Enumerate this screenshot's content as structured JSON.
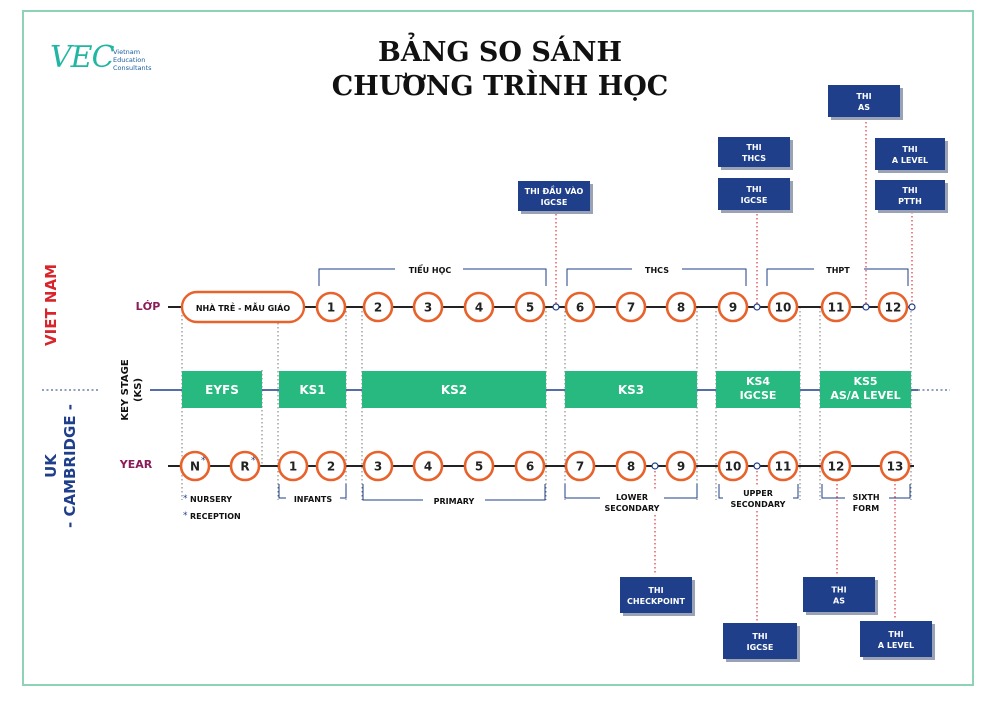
{
  "logo": {
    "mark": "VEC",
    "lines": [
      "Vietnam",
      "Education",
      "Consultants"
    ]
  },
  "title": {
    "line1": "BẢNG SO SÁNH",
    "line2": "CHƯƠNG TRÌNH HỌC"
  },
  "side": {
    "vietnam": "VIET NAM",
    "uk": "UK",
    "cambridge": "- CAMBRIDGE -",
    "key_stage": "KEY STAGE",
    "key_stage_abbr": "(KS)"
  },
  "rows": {
    "vn_label": "LỚP",
    "uk_label": "YEAR"
  },
  "vn": {
    "preschool": "NHÀ TRẺ - MẪU GIÁO",
    "grades": [
      "1",
      "2",
      "3",
      "4",
      "5",
      "6",
      "7",
      "8",
      "9",
      "10",
      "11",
      "12"
    ],
    "groups": [
      "TIỂU HỌC",
      "THCS",
      "THPT"
    ]
  },
  "uk": {
    "pre": [
      "N",
      "R"
    ],
    "years": [
      "1",
      "2",
      "3",
      "4",
      "5",
      "6",
      "7",
      "8",
      "9",
      "10",
      "11",
      "12",
      "13"
    ],
    "groups": [
      "INFANTS",
      "PRIMARY",
      "LOWER",
      "SECONDARY",
      "UPPER",
      "SECONDARY",
      "SIXTH",
      "FORM"
    ],
    "notes": [
      "NURSERY",
      "RECEPTION"
    ]
  },
  "stages": [
    "EYFS",
    "KS1",
    "KS2",
    "KS3",
    "KS4",
    "IGCSE",
    "KS5",
    "AS/A LEVEL"
  ],
  "exams": {
    "vn_igcse_entry": [
      "THI ĐẦU VÀO",
      "IGCSE"
    ],
    "vn_thcs": [
      "THI",
      "THCS"
    ],
    "vn_igcse": [
      "THI",
      "IGCSE"
    ],
    "vn_as": [
      "THI",
      "AS"
    ],
    "vn_alevel": [
      "THI",
      "A LEVEL"
    ],
    "vn_ptth": [
      "THI",
      "PTTH"
    ],
    "uk_checkpoint": [
      "THI",
      "CHECKPOINT"
    ],
    "uk_igcse": [
      "THI",
      "IGCSE"
    ],
    "uk_as": [
      "THI",
      "AS"
    ],
    "uk_alevel": [
      "THI",
      "A LEVEL"
    ]
  },
  "colors": {
    "navy": "#1f3f8a",
    "teal": "#27b97f",
    "orange": "#e8622c",
    "maroon": "#8a1c5a",
    "red": "#d8252b",
    "frame": "#8fd3b6"
  }
}
